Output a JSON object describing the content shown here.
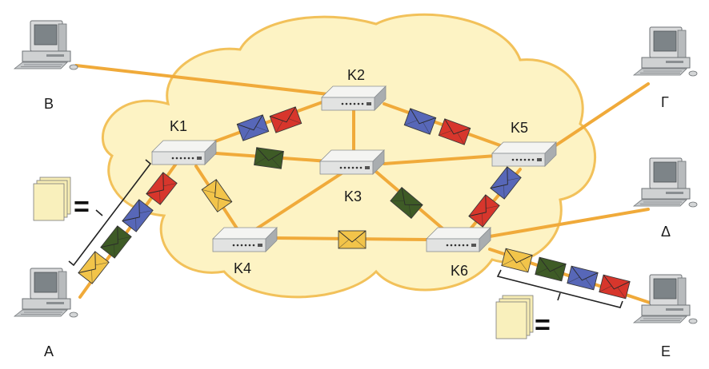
{
  "routers": [
    {
      "id": "K1",
      "label": "K1"
    },
    {
      "id": "K2",
      "label": "K2"
    },
    {
      "id": "K3",
      "label": "K3"
    },
    {
      "id": "K4",
      "label": "K4"
    },
    {
      "id": "K5",
      "label": "K5"
    },
    {
      "id": "K6",
      "label": "K6"
    }
  ],
  "hosts": [
    {
      "id": "A",
      "label": "A"
    },
    {
      "id": "B",
      "label": "B"
    },
    {
      "id": "G",
      "label": "Γ"
    },
    {
      "id": "D",
      "label": "Δ"
    },
    {
      "id": "E",
      "label": "E"
    }
  ],
  "links": [
    [
      "B",
      "K2"
    ],
    [
      "A",
      "K1"
    ],
    [
      "K1",
      "K2"
    ],
    [
      "K1",
      "K3"
    ],
    [
      "K1",
      "K4"
    ],
    [
      "K2",
      "K3"
    ],
    [
      "K2",
      "K5"
    ],
    [
      "K3",
      "K4"
    ],
    [
      "K3",
      "K5"
    ],
    [
      "K3",
      "K6"
    ],
    [
      "K4",
      "K6"
    ],
    [
      "K5",
      "K6"
    ],
    [
      "K5",
      "G"
    ],
    [
      "K6",
      "D"
    ],
    [
      "K6",
      "E"
    ]
  ],
  "equals_sign": "=",
  "colors": {
    "cloud_fill": "#fdf3c4",
    "cloud_stroke": "#f2c15a",
    "link": "#f0aa3a",
    "env_red": "#d7362c",
    "env_blue": "#5767b8",
    "env_green": "#3e5b26",
    "env_yellow": "#f2c44a"
  }
}
